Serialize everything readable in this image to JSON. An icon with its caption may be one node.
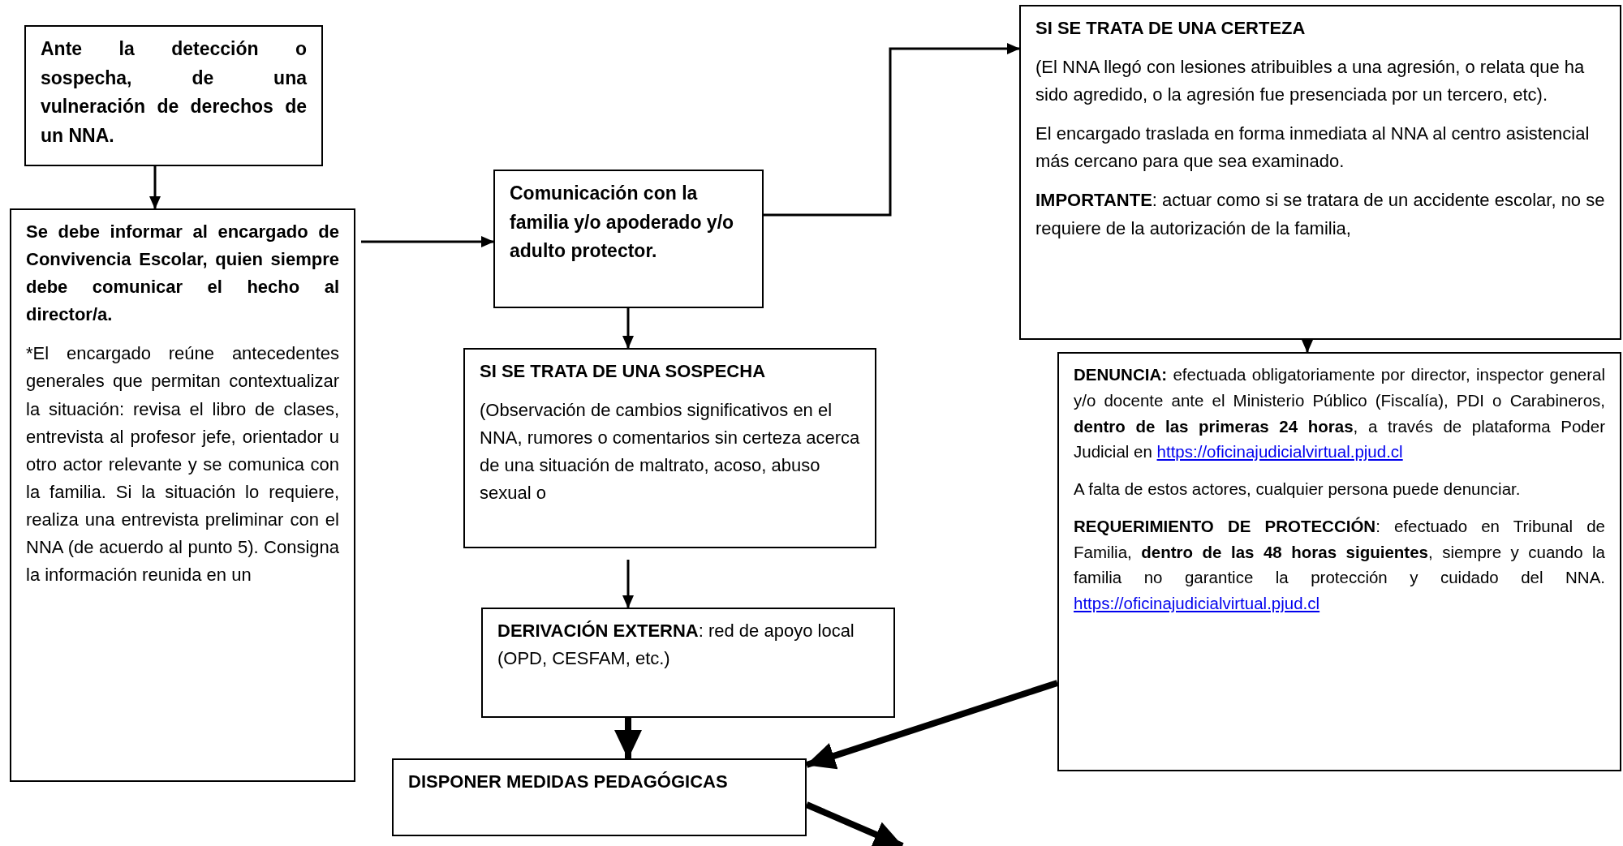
{
  "diagram": {
    "nodes": [
      {
        "text": [
          "Ante la detección o sospecha, de una vulneración de derechos de un NNA."
        ]
      },
      {
        "text": [
          "Se debe informar al encargado de Convivencia Escolar, quien siempre debe comunicar el hecho al director/a.",
          "*El encargado reúne antecedentes generales que permitan contextualizar la situación: revisa el libro de clases, entrevista al profesor jefe, orientador u otro actor relevante y se comunica con la familia. Si la situación lo requiere, realiza una entrevista preliminar con el NNA (de acuerdo al punto 5). Consigna la información reunida en un"
        ]
      },
      {
        "text": [
          "Comunicación con la familia y/o apoderado y/o adulto protector."
        ]
      },
      {
        "text": [
          "SI SE TRATA DE UNA CERTEZA",
          "(El NNA llegó con lesiones atribuibles a una agresión, o relata que ha sido agredido, o la agresión fue presenciada por un tercero, etc).",
          "El encargado traslada en forma inmediata al NNA al centro asistencial más cercano para que sea examinado.",
          "**IMPORTANTE**: actuar como si se tratara de un accidente escolar, no se requiere de la autorización de la familia,"
        ]
      },
      {
        "text": [
          "SI SE TRATA DE UNA SOSPECHA",
          "(Observación de cambios significativos en el NNA, rumores o comentarios sin certeza acerca de una situación de maltrato, acoso, abuso sexual o"
        ]
      },
      {
        "text": [
          "**DERIVACIÓN EXTERNA**: red de apoyo local (OPD, CESFAM, etc.)"
        ]
      },
      {
        "text": [
          "DISPONER MEDIDAS PEDAGÓGICAS"
        ]
      },
      {
        "text": [
          "**DENUNCIA:** efectuada obligatoriamente por director, inspector general y/o docente ante el Ministerio Público (Fiscalía), PDI o Carabineros, **dentro de las primeras 24 horas**, a través de plataforma Poder Judicial en https://oficinajudicialvirtual.pjud.cl",
          "A falta de estos actores, cualquier persona puede denunciar.",
          "**REQUERIMIENTO DE PROTECCIÓN**: efectuado en Tribunal de Familia, **dentro de las 48 horas siguientes**, siempre y cuando la familia no garantice la protección y cuidado del NNA. https://oficinajudicialvirtual.pjud.cl"
        ]
      }
    ],
    "edges": [
      {
        "from": 0,
        "to": 1,
        "arrow": "to"
      },
      {
        "from": 1,
        "to": 2,
        "arrow": "to"
      },
      {
        "from": 2,
        "to": 3,
        "arrow": "to"
      },
      {
        "from": 2,
        "to": 4,
        "arrow": "to"
      },
      {
        "from": 3,
        "to": 7,
        "arrow": "to"
      },
      {
        "from": 4,
        "to": 5,
        "arrow": "to"
      },
      {
        "from": 5,
        "to": 6,
        "arrow": "to",
        "style": "thick"
      },
      {
        "from": 7,
        "to": 6,
        "arrow": "to",
        "style": "thick"
      },
      {
        "from": 6,
        "to": null,
        "arrow": "to",
        "style": "thick"
      }
    ]
  }
}
